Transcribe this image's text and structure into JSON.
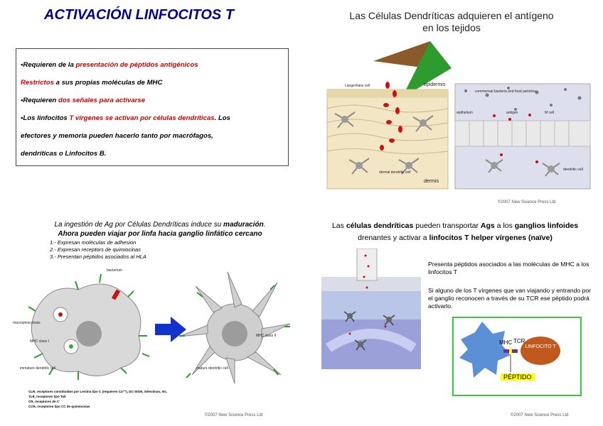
{
  "top_left": {
    "title": "ACTIVACIÓN LINFOCITOS T",
    "bullets": [
      {
        "a": "•Requieren de la ",
        "b": "presentación de péptidos antigénicos",
        "c": ""
      },
      {
        "a": "•",
        "b": "Restrictos",
        "c": " a sus propias moléculas de MHC"
      },
      {
        "a": "•Requieren ",
        "b": "dos señales para activarse",
        "c": ""
      },
      {
        "a": "•Los linfocitos ",
        "b": "T vírgenes se activan por células dendríticas",
        "c": ". Los"
      }
    ],
    "cont1": "efectores y memoria pueden hacerlo tanto por macrófagos,",
    "cont2": "dendríticas o Linfocitos B."
  },
  "top_right": {
    "title_line1": "Las Células Dendríticas adquieren el antígeno",
    "title_line2": "en los tejidos",
    "labels": {
      "langerhans": "Langerhans cell",
      "epidermis": "epidermis",
      "dermal": "dermal dendritic cell",
      "dermis": "dermis",
      "commensal": "commensal bacteria and food particles",
      "epithelium": "epithelium",
      "antigen": "antigen",
      "mcell": "M cell",
      "dendritic_cell": "dendritic cell"
    },
    "copyright": "©2007 New Science Press Ltd"
  },
  "bottom_left": {
    "title_line1_pre": "La ingestión de Ag por Células Dendríticas induce su ",
    "title_line1_bold": "maduración",
    "title_line1_post": ".",
    "title_line2": "Ahora pueden viajar por linfa hacia ganglio linfático cercano",
    "list": [
      "1.- Expresan moléculas de adhesion",
      "2.- Expresan receptors de quimiocinas",
      "3.- Presentan péptidos asociados al HLA"
    ],
    "diagram_labels": {
      "immature": "immature dendritic cell",
      "mature": "mature dendritic cell",
      "mhc_ii": "MHC class II",
      "mhc_i": "MHC class I",
      "bacteria": "bacterium",
      "macropinocytosis": "macropinocytosis"
    },
    "legend": [
      "CLR,   receptores constituidos por Lectina tipo C (requieren Ca⁺⁺), DC-SIGN, Selectinas, etc.",
      "TLR,   receptores tipo Toll",
      "CR,    receptores de C'",
      "CCR,  receptores tipo CC de quimiocinas"
    ],
    "copyright": "©2007 New Science Press Ltd"
  },
  "bottom_right": {
    "t1": "Las ",
    "t2": "células dendríticas",
    "t3": " pueden transportar ",
    "t4": "Ags",
    "t5": " a los ",
    "t6": "ganglios linfoides",
    "t7": "drenantes y activar a ",
    "t8": "linfocitos T helper vírgenes (naïve)",
    "p1": "Presenta péptidos asociados a las moléculas de MHC a los linfocitos T",
    "p2": "Si alguno de los T vírgenes que van viajando y entrando por el ganglio reconocen a través de su TCR ese péptido podrá activarlo.",
    "diagram": {
      "mhc": "MHC",
      "tcr": "TCR",
      "linfocito": "LINFOCITO T",
      "peptido": "PÉPTIDO"
    },
    "copyright": "©2007 New Science Press Ltd"
  },
  "colors": {
    "title_blue": "#00008b",
    "highlight_red": "#cc0000",
    "frame_green": "#33cc33",
    "peptide_yellow": "#ffff00"
  }
}
